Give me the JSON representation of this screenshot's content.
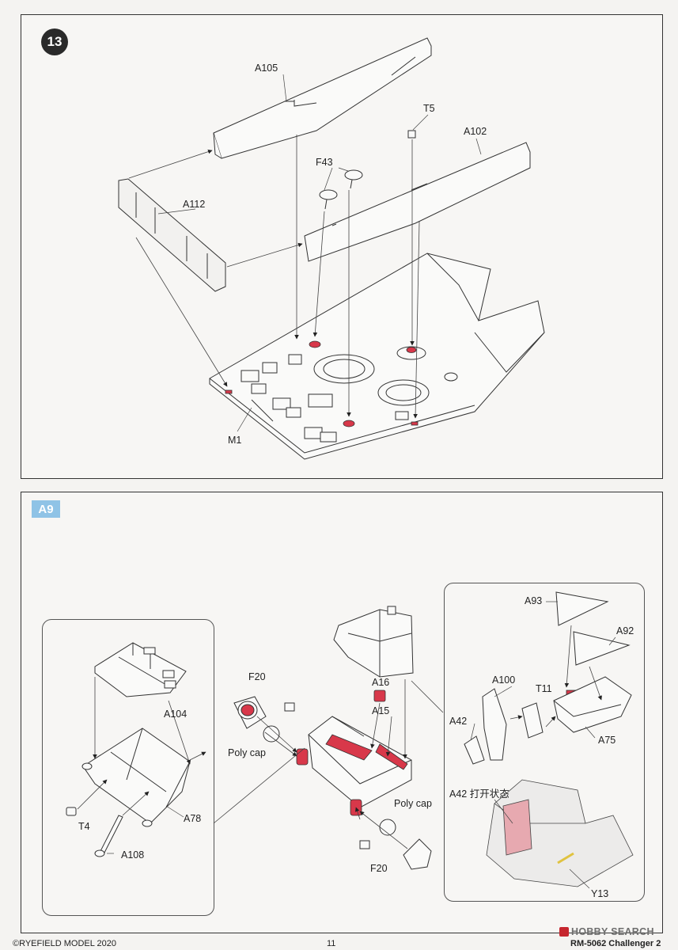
{
  "step13": {
    "number": "13",
    "parts": {
      "a105": "A105",
      "t5": "T5",
      "a102": "A102",
      "f43": "F43",
      "a112": "A112",
      "m1": "M1"
    }
  },
  "stepA9": {
    "label": "A9",
    "parts": {
      "a93": "A93",
      "a92": "A92",
      "a104": "A104",
      "f20_top": "F20",
      "a16": "A16",
      "a15": "A15",
      "a100": "A100",
      "t11": "T11",
      "a42": "A42",
      "a75": "A75",
      "poly_cap_left": "Poly cap",
      "poly_cap_right": "Poly cap",
      "a78": "A78",
      "t4": "T4",
      "a108": "A108",
      "f20_bottom": "F20",
      "a42_open": "A42 打开状态",
      "y13": "Y13"
    }
  },
  "footer": {
    "copyright": "©RYEFIELD MODEL 2020",
    "page_number": "11",
    "model_code": "RM-5062 Challenger 2"
  },
  "watermark": {
    "brand": "HOBBY SEARCH"
  },
  "colors": {
    "glue_red": "#d8384a",
    "badge_blue": "#8fc3e6",
    "line": "#333333"
  },
  "icons": {
    "glue_marker": "glue-marker-icon",
    "direction_arrow": "arrow-icon"
  }
}
